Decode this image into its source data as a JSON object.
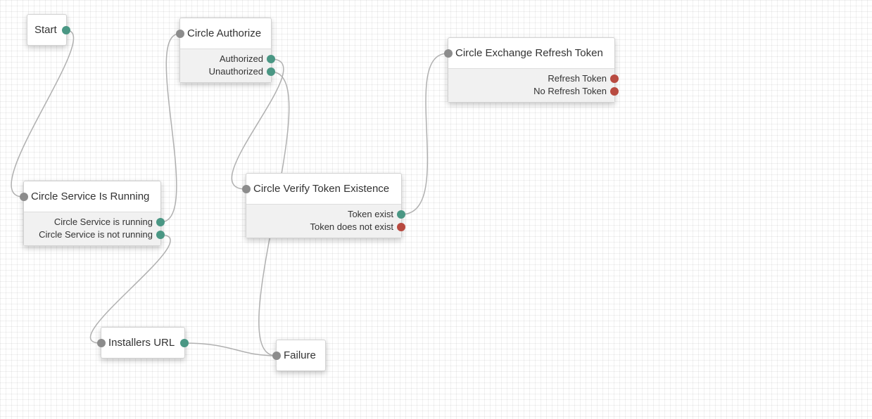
{
  "colors": {
    "port_input": "#8c8c8c",
    "port_success": "#4a9784",
    "port_error": "#b84a40",
    "wire": "#b0b0b0"
  },
  "nodes": {
    "start": {
      "title": "Start"
    },
    "authorize": {
      "title": "Circle Authorize",
      "outputs": [
        "Authorized",
        "Unauthorized"
      ]
    },
    "exchange": {
      "title": "Circle Exchange Refresh Token",
      "outputs": [
        "Refresh Token",
        "No Refresh Token"
      ]
    },
    "service": {
      "title": "Circle Service Is Running",
      "outputs": [
        "Circle Service is running",
        "Circle Service is not running"
      ]
    },
    "verify": {
      "title": "Circle Verify Token Existence",
      "outputs": [
        "Token exist",
        "Token does not exist"
      ]
    },
    "installers": {
      "title": "Installers URL"
    },
    "failure": {
      "title": "Failure"
    }
  }
}
